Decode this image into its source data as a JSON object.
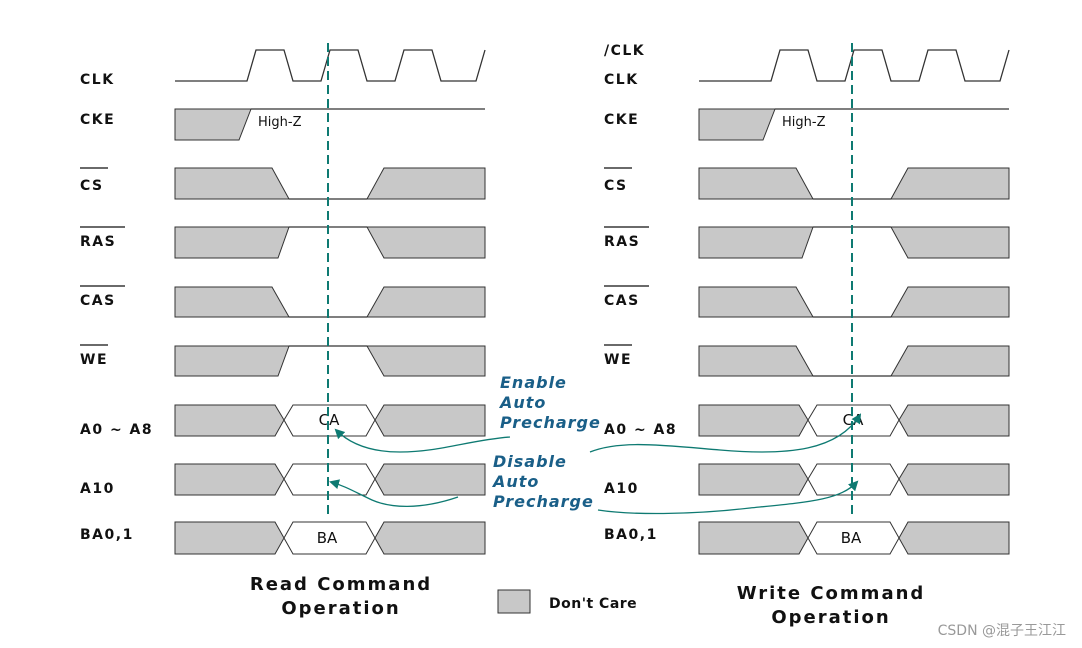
{
  "colors": {
    "dont_care_fill": "#c8c8c8",
    "stroke": "#333333",
    "marker": "#0e7a72",
    "note": "#1a5f88"
  },
  "left": {
    "signals": [
      "CLK",
      "CKE",
      "CS",
      "RAS",
      "CAS",
      "WE",
      "A0 ~ A8",
      "A10",
      "BA0,1"
    ],
    "high_z": "High-Z",
    "ca_label": "CA",
    "ba_label": "BA",
    "caption_line1": "Read Command",
    "caption_line2": "Operation"
  },
  "right": {
    "clk_bar": "/CLK",
    "signals": [
      "CLK",
      "CKE",
      "CS",
      "RAS",
      "CAS",
      "WE",
      "A0 ~ A8",
      "A10",
      "BA0,1"
    ],
    "high_z": "High-Z",
    "ca_label": "CA",
    "ba_label": "BA",
    "caption_line1": "Write Command",
    "caption_line2": "Operation"
  },
  "notes": {
    "enable": [
      "Enable",
      "Auto",
      "Precharge"
    ],
    "disable": [
      "Disable",
      "Auto",
      "Precharge"
    ]
  },
  "legend": {
    "label": "Don't Care"
  },
  "watermark": "CSDN @混子王江江"
}
